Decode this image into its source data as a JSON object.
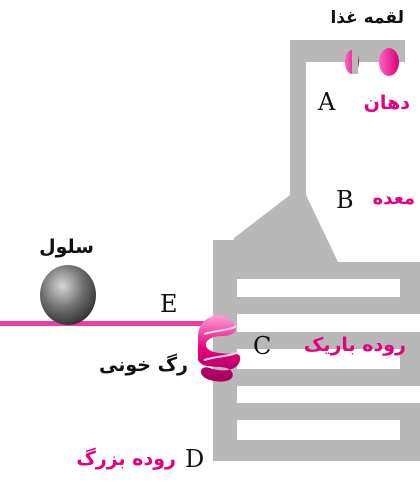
{
  "labels": {
    "food_bolus": "لقمه غذا",
    "mouth": "دهان",
    "stomach": "معده",
    "small_intestine": "روده باریک",
    "large_intestine": "روده بزرگ",
    "cell": "سلول",
    "blood_vessel": "رگ خونی"
  },
  "letters": {
    "a": "A",
    "b": "B",
    "c": "C",
    "d": "D",
    "e": "E"
  },
  "colors": {
    "tract": "#b8b8b8",
    "accent": "#e6007e",
    "vessel": "#ec3fa4",
    "cell": "#777777"
  }
}
